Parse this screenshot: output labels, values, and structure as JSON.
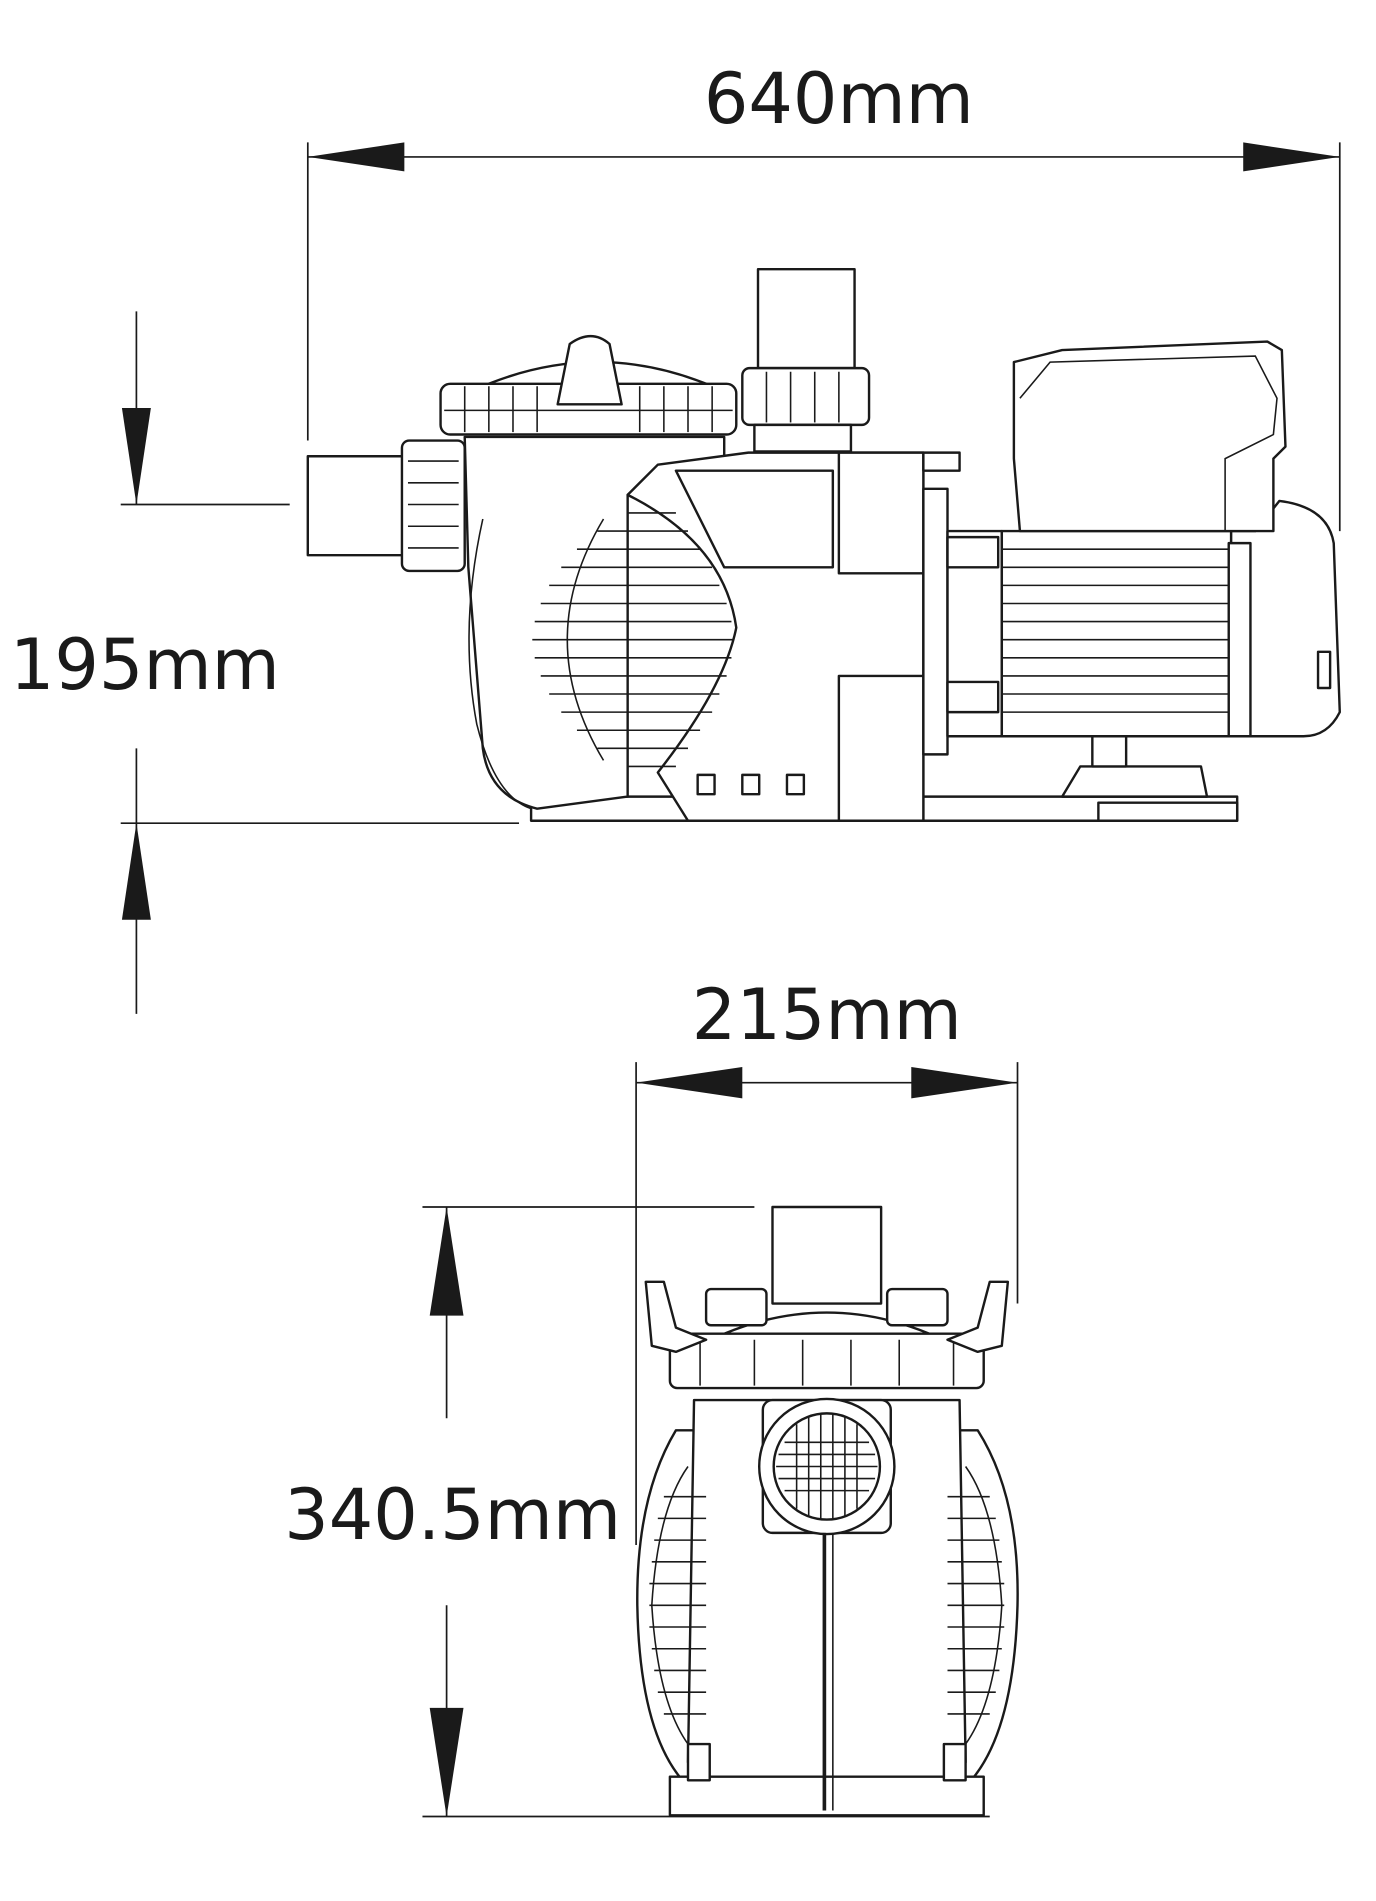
{
  "dimensions": {
    "length": "640mm",
    "inlet_height": "195mm",
    "width": "215mm",
    "height": "340.5mm"
  },
  "views": {
    "side": "pump-side-view",
    "front": "pump-front-view"
  },
  "colors": {
    "line": "#1a1a1a",
    "background": "#ffffff"
  }
}
